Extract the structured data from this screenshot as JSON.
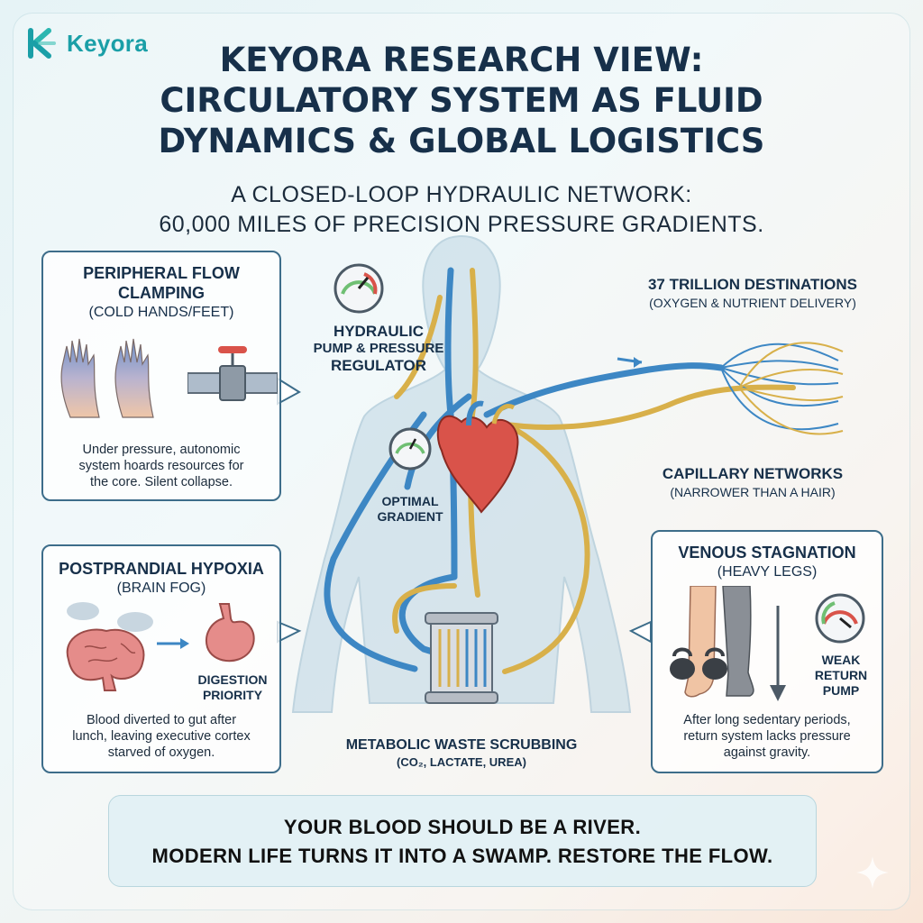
{
  "brand": {
    "name": "Keyora"
  },
  "title": {
    "line1": "KEYORA RESEARCH VIEW:",
    "line2": "CIRCULATORY SYSTEM AS FLUID",
    "line3": "DYNAMICS & GLOBAL LOGISTICS"
  },
  "subtitle": {
    "line1": "A CLOSED-LOOP HYDRAULIC NETWORK:",
    "line2": "60,000 MILES OF PRECISION PRESSURE GRADIENTS."
  },
  "panels": {
    "peripheral": {
      "title1": "PERIPHERAL FLOW",
      "title2": "CLAMPING",
      "sub": "(COLD HANDS/FEET)",
      "body1": "Under pressure, autonomic",
      "body2": "system hoards resources for",
      "body3": "the core. Silent collapse."
    },
    "postprandial": {
      "title": "POSTPRANDIAL HYPOXIA",
      "sub": "(BRAIN FOG)",
      "label1": "DIGESTION",
      "label2": "PRIORITY",
      "body1": "Blood diverted to gut after",
      "body2": "lunch, leaving executive cortex",
      "body3": "starved of oxygen."
    },
    "venous": {
      "title": "VENOUS STAGNATION",
      "sub": "(HEAVY LEGS)",
      "label1": "WEAK",
      "label2": "RETURN",
      "label3": "PUMP",
      "body1": "After long sedentary periods,",
      "body2": "return system lacks pressure",
      "body3": "against gravity."
    }
  },
  "labels": {
    "pump1": "HYDRAULIC",
    "pump2": "PUMP & PRESSURE",
    "pump3": "REGULATOR",
    "gradient1": "OPTIMAL",
    "gradient2": "GRADIENT",
    "destinations": "37 TRILLION DESTINATIONS",
    "destinations_sub": "(OXYGEN & NUTRIENT DELIVERY)",
    "capillary": "CAPILLARY NETWORKS",
    "capillary_sub": "(NARROWER THAN A HAIR)",
    "waste": "METABOLIC WASTE SCRUBBING",
    "waste_sub": "(CO₂, LACTATE, UREA)"
  },
  "banner": {
    "line1": "YOUR BLOOD SHOULD BE A RIVER.",
    "line2": "MODERN LIFE TURNS IT INTO A SWAMP. RESTORE THE FLOW."
  },
  "colors": {
    "teal_brand": "#1a9fa7",
    "artery_blue": "#3d87c4",
    "vein_gold": "#d8b04a",
    "heart_red": "#d9534a",
    "panel_border": "#3d6d8a"
  },
  "icons": [
    "keyora-logo-icon",
    "pressure-gauge-icon",
    "hands-icon",
    "valve-icon",
    "brain-icon",
    "stomach-icon",
    "filter-icon",
    "leg-icon",
    "kettlebell-icon",
    "heart-icon",
    "capillary-icon",
    "sparkle-icon"
  ]
}
